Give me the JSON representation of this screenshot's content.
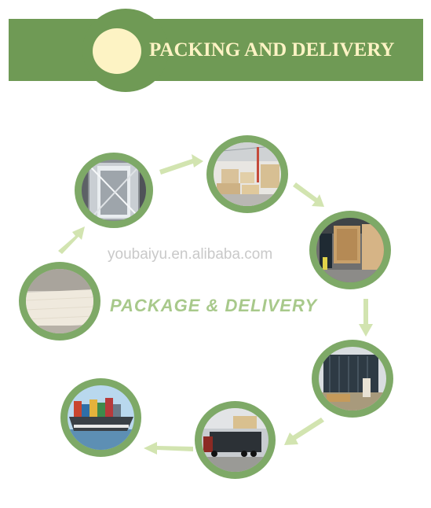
{
  "header": {
    "title": "PACKING AND DELIVERY"
  },
  "center": {
    "title": "PACKAGE & DELIVERY"
  },
  "watermark": "youbaiyu.en.alibaba.com",
  "colors": {
    "banner_green": "#6f9a55",
    "ring_green": "#7ea967",
    "arrow_green": "#d2e4b0",
    "cream": "#fdf3c4"
  },
  "steps": [
    {
      "name": "wrapped-product"
    },
    {
      "name": "warehouse-crates"
    },
    {
      "name": "crate-loading"
    },
    {
      "name": "container-loading"
    },
    {
      "name": "truck-transport"
    },
    {
      "name": "container-ship"
    },
    {
      "name": "wood-sheet"
    }
  ]
}
